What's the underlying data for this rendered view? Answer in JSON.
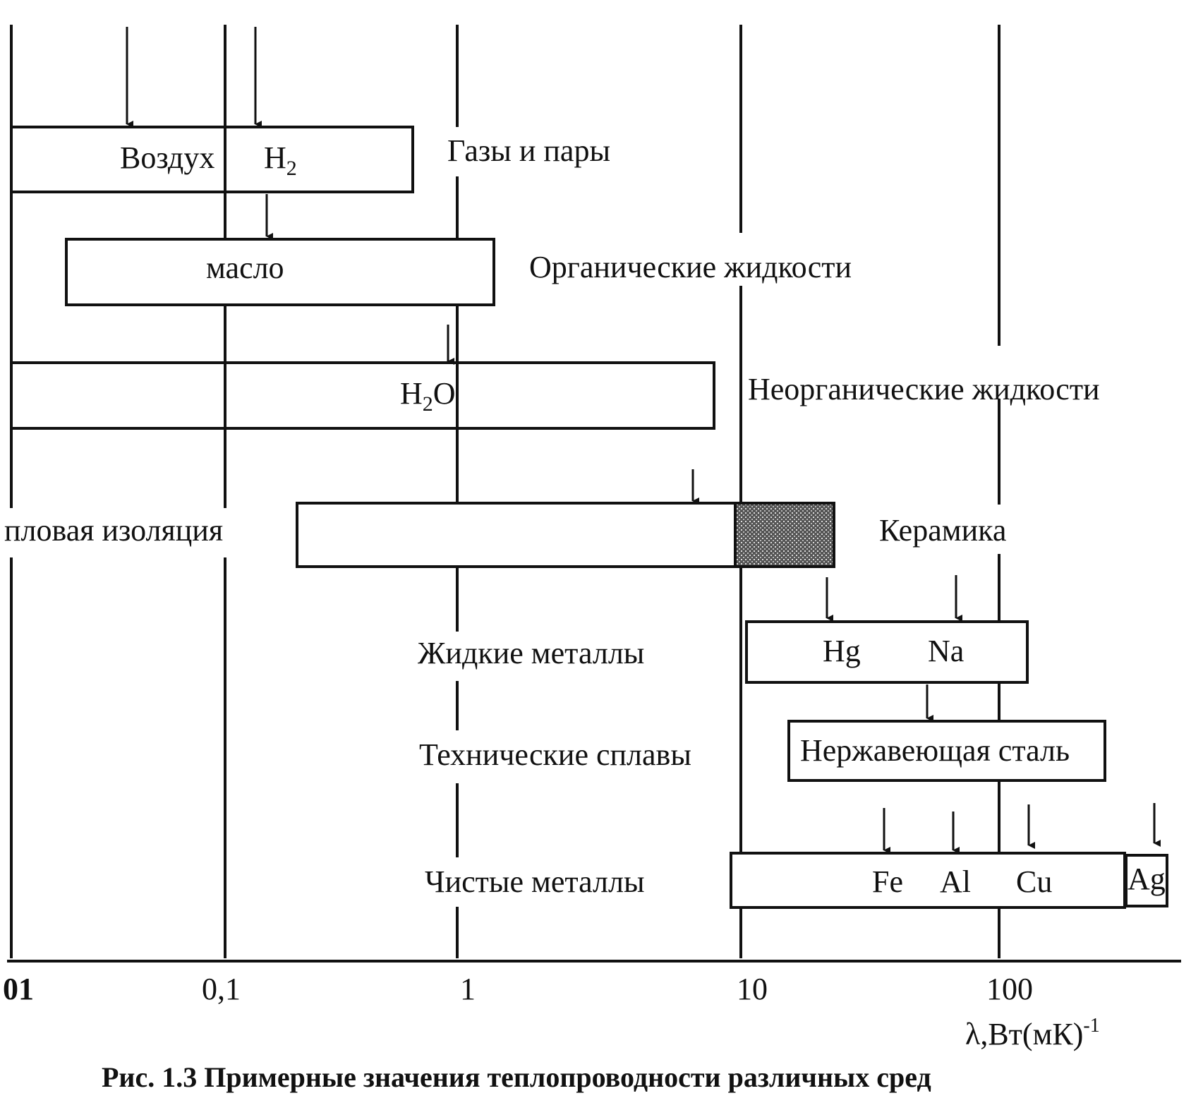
{
  "axis": {
    "ticks": [
      {
        "value": 0.01,
        "label": "01"
      },
      {
        "value": 0.1,
        "label": "0,1"
      },
      {
        "value": 1,
        "label": "1"
      },
      {
        "value": 10,
        "label": "10"
      },
      {
        "value": 100,
        "label": "100"
      }
    ],
    "scale": "log",
    "unit_prefix": "λ,Вт(мК)",
    "unit_exponent": "-1"
  },
  "rows": {
    "gases": {
      "category": "Газы и пары",
      "range": [
        0.01,
        0.7
      ],
      "items": [
        {
          "label": "Воздух",
          "value": 0.026
        },
        {
          "label": "H",
          "sub": "2",
          "value": 0.18
        }
      ]
    },
    "organic": {
      "category": "Органические жидкости",
      "range": [
        0.015,
        0.9
      ],
      "items": [
        {
          "label": "масло",
          "value": 0.15
        }
      ]
    },
    "inorganic": {
      "category": "Неорганические жидкости",
      "range": [
        0.01,
        7
      ],
      "items": [
        {
          "label": "H",
          "sub": "2",
          "label_tail": "O",
          "value": 0.6
        }
      ]
    },
    "ceramics": {
      "category_left": "пловая изоляция",
      "category": "Керамика",
      "insulation_range": [
        0.01,
        0.15
      ],
      "range": [
        0.15,
        9.5
      ],
      "hatched_range": [
        9.5,
        20
      ],
      "marker_value": 6.2
    },
    "liquid_metals": {
      "category": "Жидкие металлы",
      "range": [
        10,
        130
      ],
      "items": [
        {
          "label": "Hg",
          "value": 20
        },
        {
          "label": "Na",
          "value": 60
        }
      ]
    },
    "alloys": {
      "category": "Технические сплавы",
      "range": [
        15,
        200
      ],
      "items": [
        {
          "label": "Нержавеющая сталь",
          "value": 50
        }
      ]
    },
    "pure_metals": {
      "category": "Чистые металлы",
      "range": [
        9,
        260
      ],
      "items": [
        {
          "label": "Fe",
          "value": 35
        },
        {
          "label": "Al",
          "value": 65
        },
        {
          "label": "Cu",
          "value": 120
        },
        {
          "label": "Ag",
          "value": 400
        }
      ]
    }
  },
  "caption": "Рис. 1.3 Примерные значения теплопроводности различных сред"
}
